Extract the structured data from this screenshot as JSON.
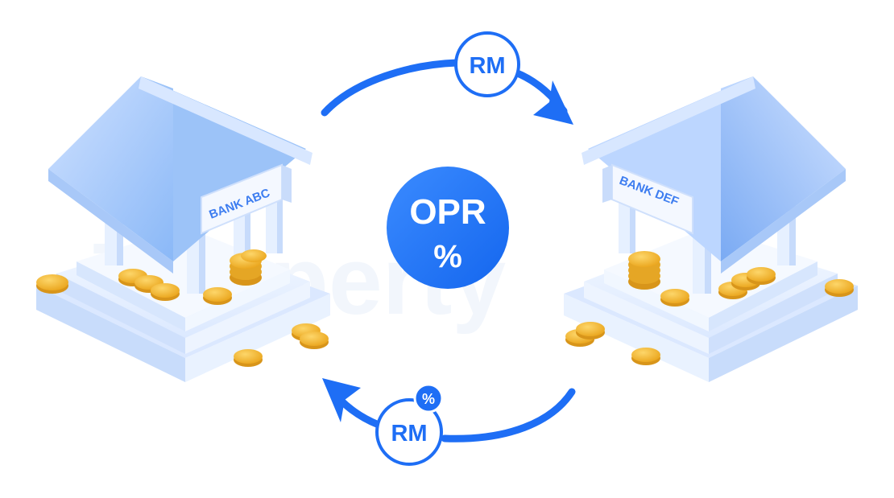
{
  "banks": [
    {
      "name": "BANK ABC"
    },
    {
      "name": "BANK DEF"
    }
  ],
  "center": {
    "line1": "OPR",
    "line2": "%"
  },
  "top_flow": {
    "label": "RM"
  },
  "bottom_flow": {
    "label": "RM",
    "badge": "%"
  },
  "watermark": "iproperty",
  "colors": {
    "accent": "#1e6ef5",
    "bank_light": "#eaf2ff",
    "bank_mid": "#bcd6ff",
    "bank_dark": "#7fb0f5",
    "coin": "#f5b82e"
  }
}
